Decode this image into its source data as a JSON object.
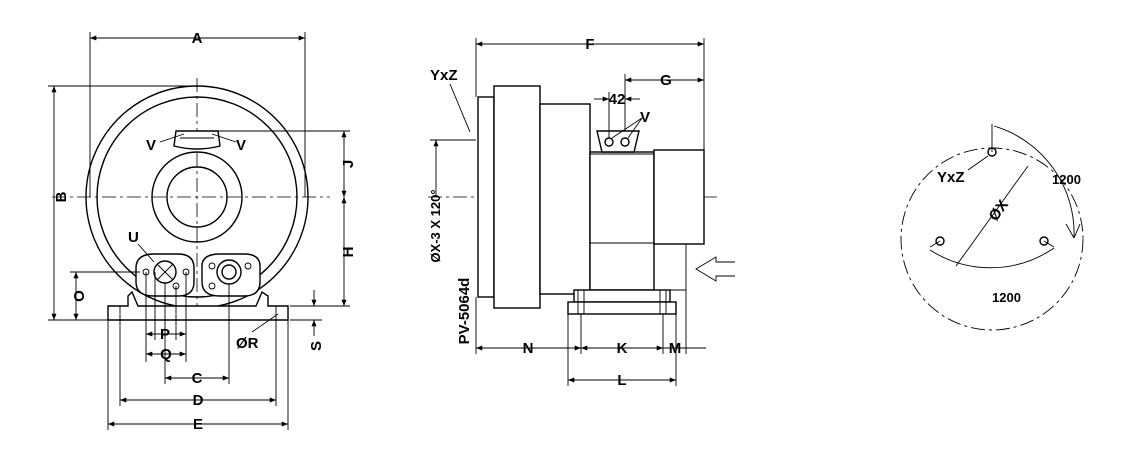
{
  "front_view": {
    "dim_A": "A",
    "dim_B": "B",
    "dim_C": "C",
    "dim_D": "D",
    "dim_E": "E",
    "dim_H": "H",
    "dim_J": "J",
    "dim_O": "O",
    "dim_P": "P",
    "dim_Q": "Q",
    "dim_R": "ØR",
    "dim_S": "S",
    "label_U": "U",
    "label_V_left": "V",
    "label_V_right": "V"
  },
  "side_view": {
    "dim_F": "F",
    "dim_G": "G",
    "dim_K": "K",
    "dim_L": "L",
    "dim_M": "M",
    "dim_N": "N",
    "dim_42": "42",
    "label_V": "V",
    "label_YxZ": "YxZ",
    "flange_note": "ØX-3 X 120°",
    "model": "PV-5064d"
  },
  "flange_view": {
    "label_YxZ": "YxZ",
    "label_X": "ØX",
    "angle_top": "1200",
    "angle_bottom": "1200"
  }
}
